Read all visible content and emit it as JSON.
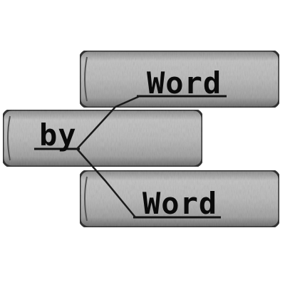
{
  "logo": {
    "top_word": "Word",
    "middle_word": "by",
    "bottom_word": "Word"
  },
  "colors": {
    "book_fill_light": "#c9c9c9",
    "book_fill_mid": "#a9a9a9",
    "book_fill_dark": "#7a7a7a",
    "outline": "#3a3a3a",
    "text": "#0a0a0a",
    "background": "#ffffff"
  }
}
